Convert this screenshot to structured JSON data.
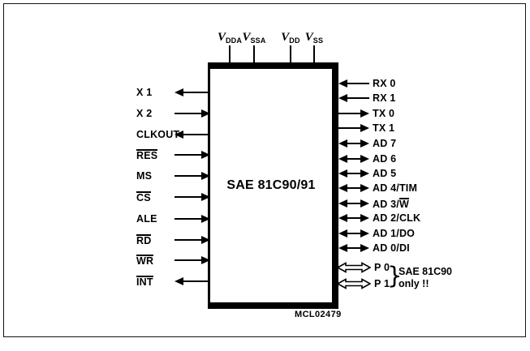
{
  "chip": {
    "label": "SAE 81C90/91"
  },
  "figure_code": "MCL02479",
  "colors": {
    "ink": "#000000",
    "background": "#ffffff"
  },
  "top_pins": [
    {
      "name": "VDDA",
      "letter": "V",
      "subscript": "DDA"
    },
    {
      "name": "VSSA",
      "letter": "V",
      "subscript": "SSA"
    },
    {
      "name": "VDD",
      "letter": "V",
      "subscript": "DD"
    },
    {
      "name": "VSS",
      "letter": "V",
      "subscript": "SS"
    }
  ],
  "left_pins": [
    {
      "name": "X1",
      "label": "X 1",
      "overline": false,
      "direction": "out"
    },
    {
      "name": "X2",
      "label": "X 2",
      "overline": false,
      "direction": "in"
    },
    {
      "name": "CLKOUT",
      "label": "CLKOUT",
      "overline": false,
      "direction": "out"
    },
    {
      "name": "RES",
      "label": "RES",
      "overline": true,
      "direction": "in"
    },
    {
      "name": "MS",
      "label": "MS",
      "overline": false,
      "direction": "in"
    },
    {
      "name": "CS",
      "label": "CS",
      "overline": true,
      "direction": "in"
    },
    {
      "name": "ALE",
      "label": "ALE",
      "overline": false,
      "direction": "in"
    },
    {
      "name": "RD",
      "label": "RD",
      "overline": true,
      "direction": "in"
    },
    {
      "name": "WR",
      "label": "WR",
      "overline": true,
      "direction": "in"
    },
    {
      "name": "INT",
      "label": "INT",
      "overline": true,
      "direction": "out"
    }
  ],
  "right_pins": [
    {
      "name": "RX0",
      "parts": [
        {
          "text": "RX 0",
          "overline": false
        }
      ],
      "direction": "in"
    },
    {
      "name": "RX1",
      "parts": [
        {
          "text": "RX 1",
          "overline": false
        }
      ],
      "direction": "in"
    },
    {
      "name": "TX0",
      "parts": [
        {
          "text": "TX 0",
          "overline": false
        }
      ],
      "direction": "out"
    },
    {
      "name": "TX1",
      "parts": [
        {
          "text": "TX 1",
          "overline": false
        }
      ],
      "direction": "out"
    },
    {
      "name": "AD7",
      "parts": [
        {
          "text": "AD 7",
          "overline": false
        }
      ],
      "direction": "bidirectional"
    },
    {
      "name": "AD6",
      "parts": [
        {
          "text": "AD 6",
          "overline": false
        }
      ],
      "direction": "bidirectional"
    },
    {
      "name": "AD5",
      "parts": [
        {
          "text": "AD 5",
          "overline": false
        }
      ],
      "direction": "bidirectional"
    },
    {
      "name": "AD4-TIM",
      "parts": [
        {
          "text": "AD 4/TIM",
          "overline": false
        }
      ],
      "direction": "bidirectional"
    },
    {
      "name": "AD3-W",
      "parts": [
        {
          "text": "AD 3/",
          "overline": false
        },
        {
          "text": "W",
          "overline": true
        }
      ],
      "direction": "bidirectional"
    },
    {
      "name": "AD2-CLK",
      "parts": [
        {
          "text": "AD 2/CLK",
          "overline": false
        }
      ],
      "direction": "bidirectional"
    },
    {
      "name": "AD1-DO",
      "parts": [
        {
          "text": "AD 1/DO",
          "overline": false
        }
      ],
      "direction": "bidirectional"
    },
    {
      "name": "AD0-DI",
      "parts": [
        {
          "text": "AD 0/DI",
          "overline": false
        }
      ],
      "direction": "bidirectional"
    }
  ],
  "port_pins": [
    {
      "name": "P0",
      "label": "P 0",
      "direction": "bidirectional"
    },
    {
      "name": "P1",
      "label": "P 1",
      "direction": "bidirectional"
    }
  ],
  "port_note": {
    "brace": "}",
    "line1": "SAE 81C90",
    "line2": "only !!"
  }
}
